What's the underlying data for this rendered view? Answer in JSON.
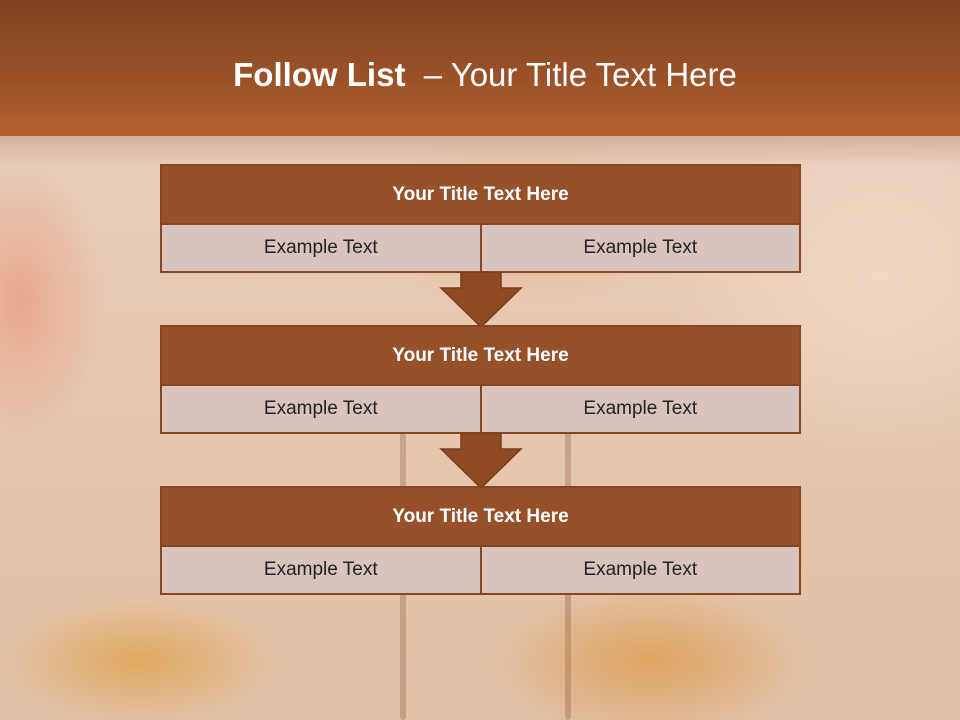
{
  "slide": {
    "title_bold": "Follow List",
    "title_rest": "  – Your Title Text Here"
  },
  "steps": [
    {
      "title": "Your Title Text Here",
      "left": "Example Text",
      "right": "Example Text"
    },
    {
      "title": "Your Title Text Here",
      "left": "Example Text",
      "right": "Example Text"
    },
    {
      "title": "Your Title Text Here",
      "left": "Example Text",
      "right": "Example Text"
    }
  ],
  "colors": {
    "header": "#9a5128",
    "box_title": "#96512b",
    "box_cell": "#d8c4bd",
    "arrow": "#8f4a24"
  },
  "icons": {
    "connector": "down-arrow-icon",
    "background": "flower-photo"
  }
}
